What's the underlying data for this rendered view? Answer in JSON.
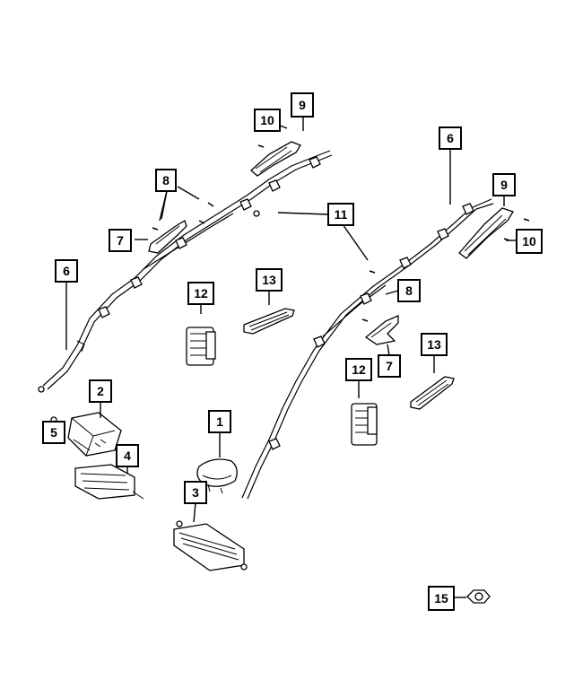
{
  "diagram": {
    "callouts": [
      {
        "id": "c10a",
        "label": "10"
      },
      {
        "id": "c9a",
        "label": "9"
      },
      {
        "id": "c8a",
        "label": "8"
      },
      {
        "id": "c7a",
        "label": "7"
      },
      {
        "id": "c11",
        "label": "11"
      },
      {
        "id": "c6a",
        "label": "6"
      },
      {
        "id": "c12a",
        "label": "12"
      },
      {
        "id": "c13a",
        "label": "13"
      },
      {
        "id": "c2",
        "label": "2"
      },
      {
        "id": "c5",
        "label": "5"
      },
      {
        "id": "c4",
        "label": "4"
      },
      {
        "id": "c1",
        "label": "1"
      },
      {
        "id": "c3",
        "label": "3"
      },
      {
        "id": "c6b",
        "label": "6"
      },
      {
        "id": "c9b",
        "label": "9"
      },
      {
        "id": "c10b",
        "label": "10"
      },
      {
        "id": "c8b",
        "label": "8"
      },
      {
        "id": "c7b",
        "label": "7"
      },
      {
        "id": "c12b",
        "label": "12"
      },
      {
        "id": "c13b",
        "label": "13"
      },
      {
        "id": "c15",
        "label": "15"
      }
    ]
  }
}
